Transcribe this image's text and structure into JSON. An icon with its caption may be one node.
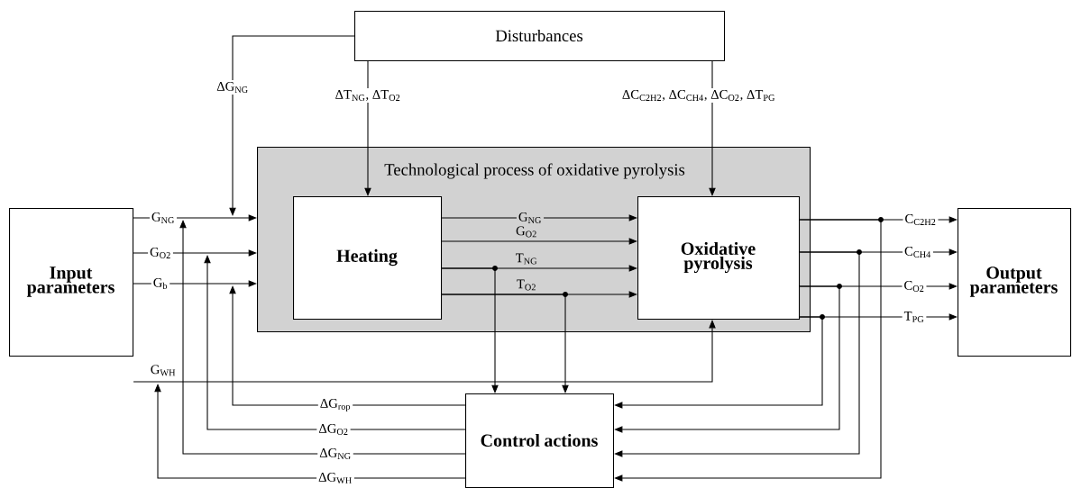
{
  "diagram": {
    "nodes": [
      {
        "text": [
          "Disturbances"
        ]
      },
      {
        "text": [
          "Input parameters"
        ]
      },
      {
        "text": [
          "Technological process of oxidative pyrolysis"
        ]
      },
      {
        "text": [
          "Heating"
        ],
        "in": 2
      },
      {
        "text": [
          "Oxidative pyrolysis"
        ],
        "in": 2
      },
      {
        "text": [
          "Output parameters"
        ]
      },
      {
        "text": [
          "Control actions"
        ]
      }
    ],
    "edges": [
      {
        "from": 0,
        "to": null,
        "arrow": "to",
        "label": "ΔG$_{NG}$"
      },
      {
        "from": 0,
        "to": 3,
        "arrow": "to",
        "label": "ΔT$_{NG}$, ΔT$_{O2}$"
      },
      {
        "from": 0,
        "to": 4,
        "arrow": "to",
        "label": "ΔC$_{C2H2}$, ΔC$_{CH4}$, ΔC$_{O2}$, ΔT$_{PG}$"
      },
      {
        "from": 1,
        "to": 2,
        "arrow": "to",
        "label": "G$_{NG}$"
      },
      {
        "from": 1,
        "to": 2,
        "arrow": "to",
        "label": "G$_{O2}$"
      },
      {
        "from": 1,
        "to": 2,
        "arrow": "to",
        "label": "G$_{b}$"
      },
      {
        "from": 1,
        "to": 4,
        "arrow": "to",
        "label": "G$_{WH}$"
      },
      {
        "from": 3,
        "to": 4,
        "arrow": "to",
        "label": "G$_{NG}$"
      },
      {
        "from": 3,
        "to": 4,
        "arrow": "to",
        "label": "G$_{O2}$"
      },
      {
        "from": 3,
        "to": 4,
        "arrow": "to",
        "label": "T$_{NG}$"
      },
      {
        "from": 3,
        "to": 4,
        "arrow": "to",
        "label": "T$_{O2}$"
      },
      {
        "from": 3,
        "to": 6,
        "arrow": "to"
      },
      {
        "from": 3,
        "to": 6,
        "arrow": "to"
      },
      {
        "from": 4,
        "to": 5,
        "arrow": "to",
        "label": "C$_{C2H2}$"
      },
      {
        "from": 4,
        "to": 5,
        "arrow": "to",
        "label": "C$_{CH4}$"
      },
      {
        "from": 4,
        "to": 5,
        "arrow": "to",
        "label": "C$_{O2}$"
      },
      {
        "from": 4,
        "to": 5,
        "arrow": "to",
        "label": "T$_{PG}$"
      },
      {
        "from": 4,
        "to": 6,
        "arrow": "to"
      },
      {
        "from": 4,
        "to": 6,
        "arrow": "to"
      },
      {
        "from": 4,
        "to": 6,
        "arrow": "to"
      },
      {
        "from": 4,
        "to": 6,
        "arrow": "to"
      },
      {
        "from": 6,
        "to": null,
        "arrow": "to",
        "label": "ΔG$_{rop}$"
      },
      {
        "from": 6,
        "to": null,
        "arrow": "to",
        "label": "ΔG$_{O2}$"
      },
      {
        "from": 6,
        "to": null,
        "arrow": "to",
        "label": "ΔG$_{NG}$"
      },
      {
        "from": 6,
        "to": null,
        "arrow": "to",
        "label": "ΔG$_{WH}$"
      }
    ]
  }
}
